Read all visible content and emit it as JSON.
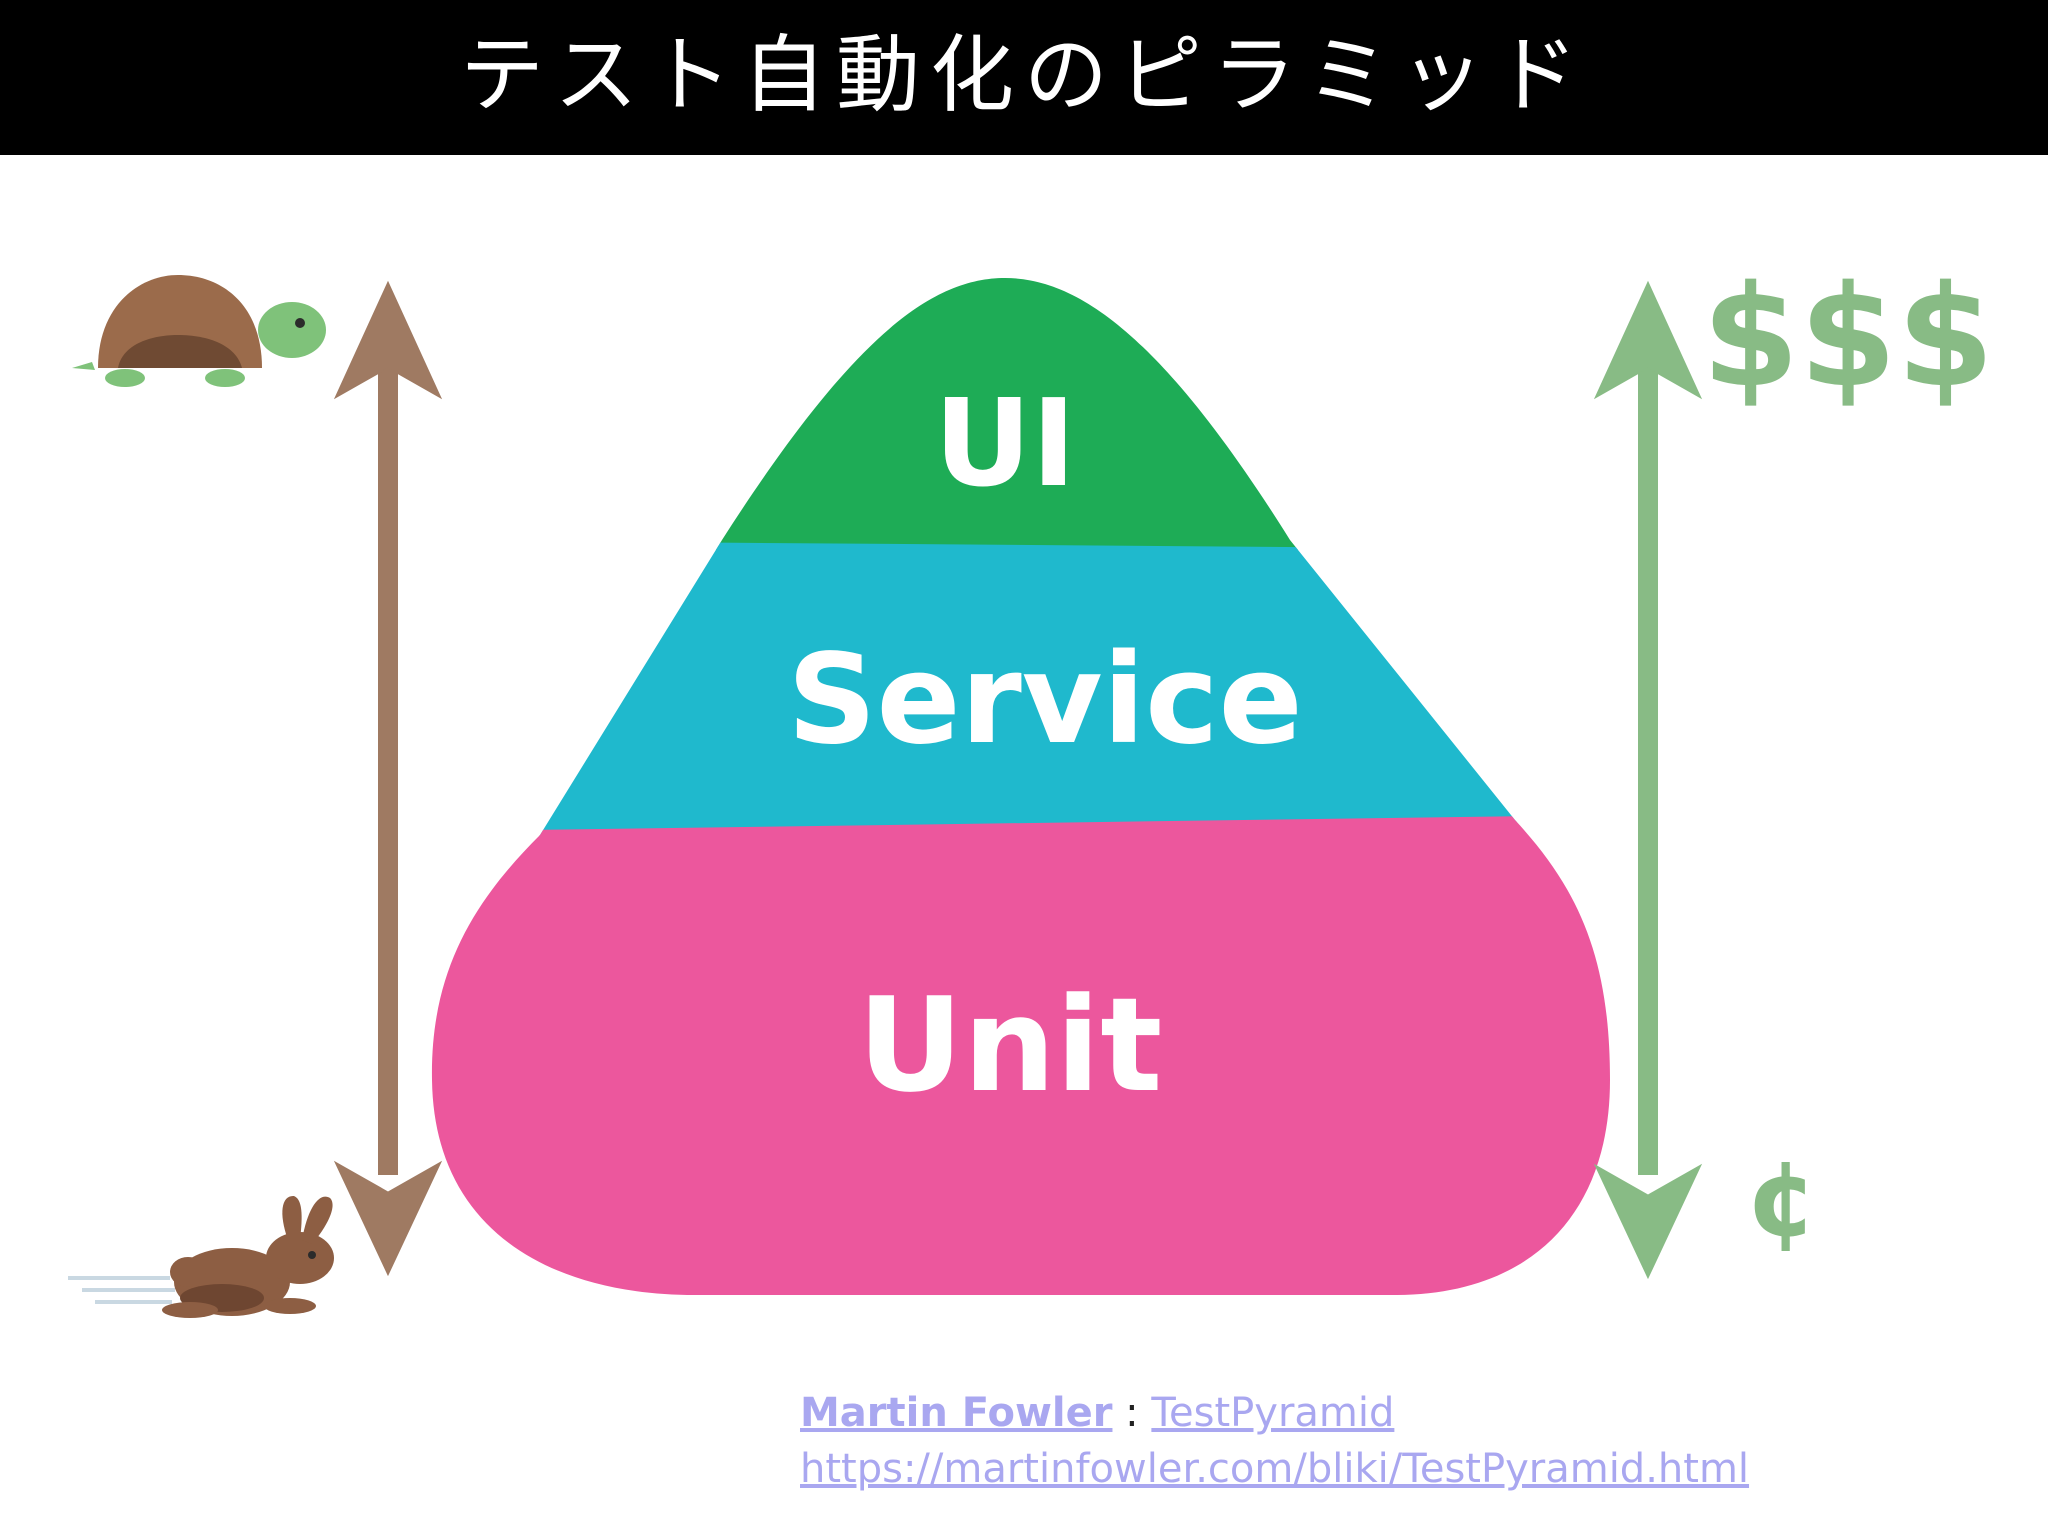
{
  "title": "テスト自動化のピラミッド",
  "pyramid": {
    "layers": [
      {
        "label": "UI",
        "color": "#1eac56"
      },
      {
        "label": "Service",
        "color": "#1fb9cd"
      },
      {
        "label": "Unit",
        "color": "#ec579d"
      }
    ]
  },
  "speed_axis": {
    "color": "#9f7a62",
    "slow_icon": "turtle-icon",
    "fast_icon": "rabbit-icon"
  },
  "cost_axis": {
    "color": "#88bb85",
    "high_label": "$$$",
    "low_label": "¢"
  },
  "source": {
    "author": "Martin Fowler",
    "separator": " : ",
    "article": "TestPyramid",
    "url": "https://martinfowler.com/bliki/TestPyramid.html"
  }
}
